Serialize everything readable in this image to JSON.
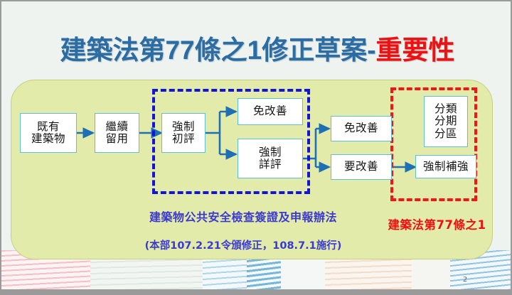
{
  "slide": {
    "page_number": "2",
    "title": {
      "main": "建築法第77條之1修正草案-",
      "highlight": "重要性"
    },
    "colors": {
      "title_blue": "#2b6ca3",
      "title_red": "#ef1111",
      "panel_fill": "#e3ebaa",
      "panel_border": "#c7cf7d",
      "box_border": "#5ec0d2",
      "arrow_blue": "#1f6fb5",
      "dashed_blue": "#1414d8",
      "dashed_red": "#f51414",
      "caption_blue": "#3a3ad0",
      "caption_red": "#ee1111",
      "slide_background": "#eef3ef"
    }
  },
  "flow": {
    "boxes": [
      {
        "id": "existing-building",
        "label": "既有\n建築物"
      },
      {
        "id": "continue-use",
        "label": "繼續\n留用"
      },
      {
        "id": "mandatory-initial",
        "label": "強制\n初評"
      },
      {
        "id": "exempt-1",
        "label": "免改善"
      },
      {
        "id": "mandatory-detail",
        "label": "強制\n詳評"
      },
      {
        "id": "exempt-2",
        "label": "免改善"
      },
      {
        "id": "need-improve",
        "label": "要改善"
      },
      {
        "id": "classify-phase-zone",
        "label": "分類\n分期\n分區"
      },
      {
        "id": "mandatory-retrofit",
        "label": "強制補強"
      }
    ]
  },
  "regions": {
    "blue_dashed": {
      "name": "建築物公共安全檢查簽證及申報辦法區塊"
    },
    "red_dashed": {
      "name": "建築法第77條之1區塊"
    }
  },
  "captions": {
    "law_title": "建築物公共安全檢查簽證及申報辦法",
    "law_subtitle": "(本部107.2.21令頒修正，108.7.1施行)",
    "red_law": "建築法第77條之1"
  }
}
